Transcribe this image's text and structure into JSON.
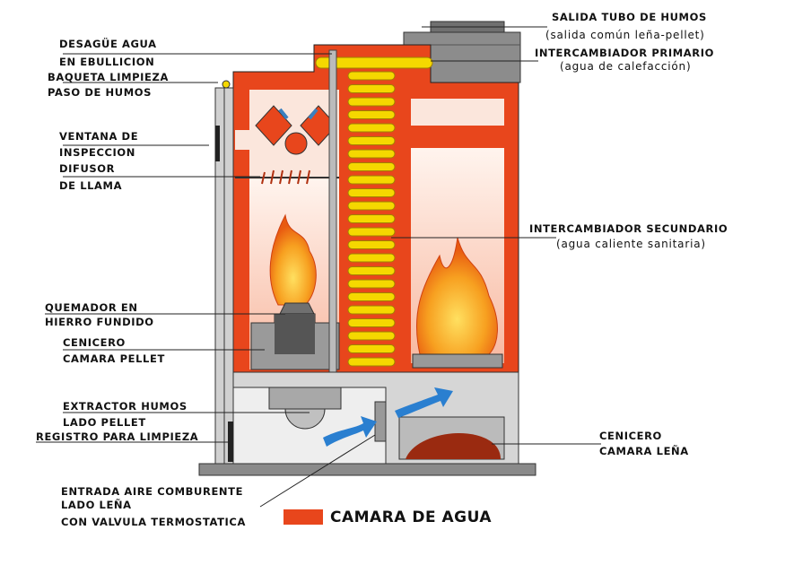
{
  "labels": {
    "salida_tubo": "SALIDA TUBO DE HUMOS",
    "salida_tubo_sub": "(salida común leña-pellet)",
    "interc_primario": "INTERCAMBIADOR PRIMARIO",
    "interc_primario_sub": "(agua de calefacción)",
    "desague_1": "DESAGÜE AGUA",
    "desague_2": "EN EBULLICION",
    "baqueta_1": "BAQUETA LIMPIEZA",
    "baqueta_2": "PASO DE HUMOS",
    "ventana_1": "VENTANA DE",
    "ventana_2": "INSPECCION",
    "difusor_1": "DIFUSOR",
    "difusor_2": "DE LLAMA",
    "interc_secundario": "INTERCAMBIADOR SECUNDARIO",
    "interc_secundario_sub": "(agua caliente sanitaria)",
    "quemador_1": "QUEMADOR EN",
    "quemador_2": "HIERRO FUNDIDO",
    "cenicero_pellet_1": "CENICERO",
    "cenicero_pellet_2": "CAMARA PELLET",
    "extractor_1": "EXTRACTOR HUMOS",
    "extractor_2": "LADO PELLET",
    "registro": "REGISTRO PARA LIMPIEZA",
    "cenicero_lena_1": "CENICERO",
    "cenicero_lena_2": "CAMARA LEÑA",
    "entrada_1": "ENTRADA AIRE COMBURENTE",
    "entrada_2": "LADO LEÑA",
    "entrada_3": "CON VALVULA TERMOSTATICA"
  },
  "legend": {
    "label": "CAMARA DE AGUA",
    "color": "#e8461c"
  },
  "colors": {
    "water": "#e8461c",
    "coil": "#f5d800",
    "metal": "#a0a0a0",
    "flame": "#f08a10",
    "air": "#2a7fd0"
  }
}
